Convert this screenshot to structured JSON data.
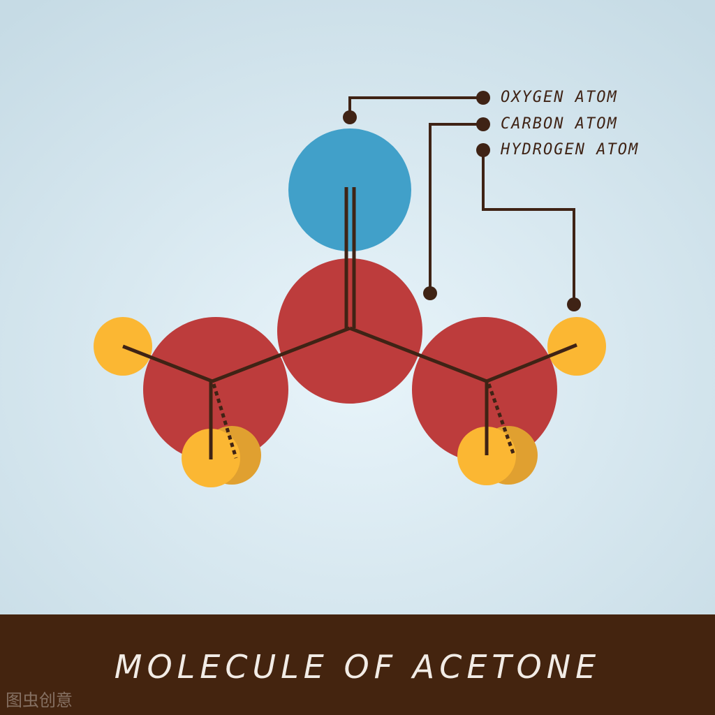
{
  "colors": {
    "background_center": "#e8f4fa",
    "background_edge": "#c6dbe5",
    "oxygen": "#41a0c9",
    "carbon": "#bd3c3c",
    "hydrogen": "#fbb733",
    "hydrogen_shadow": "#e0a030",
    "bond": "#3f2315",
    "title_bar": "#44240f",
    "title_text": "#f2ece6"
  },
  "legend": [
    {
      "label": "OXYGEN ATOM",
      "color_key": "oxygen"
    },
    {
      "label": "CARBON ATOM",
      "color_key": "carbon"
    },
    {
      "label": "HYDROGEN ATOM",
      "color_key": "hydrogen"
    }
  ],
  "title": "MOLECULE OF ACETONE",
  "watermark": "图虫创意"
}
